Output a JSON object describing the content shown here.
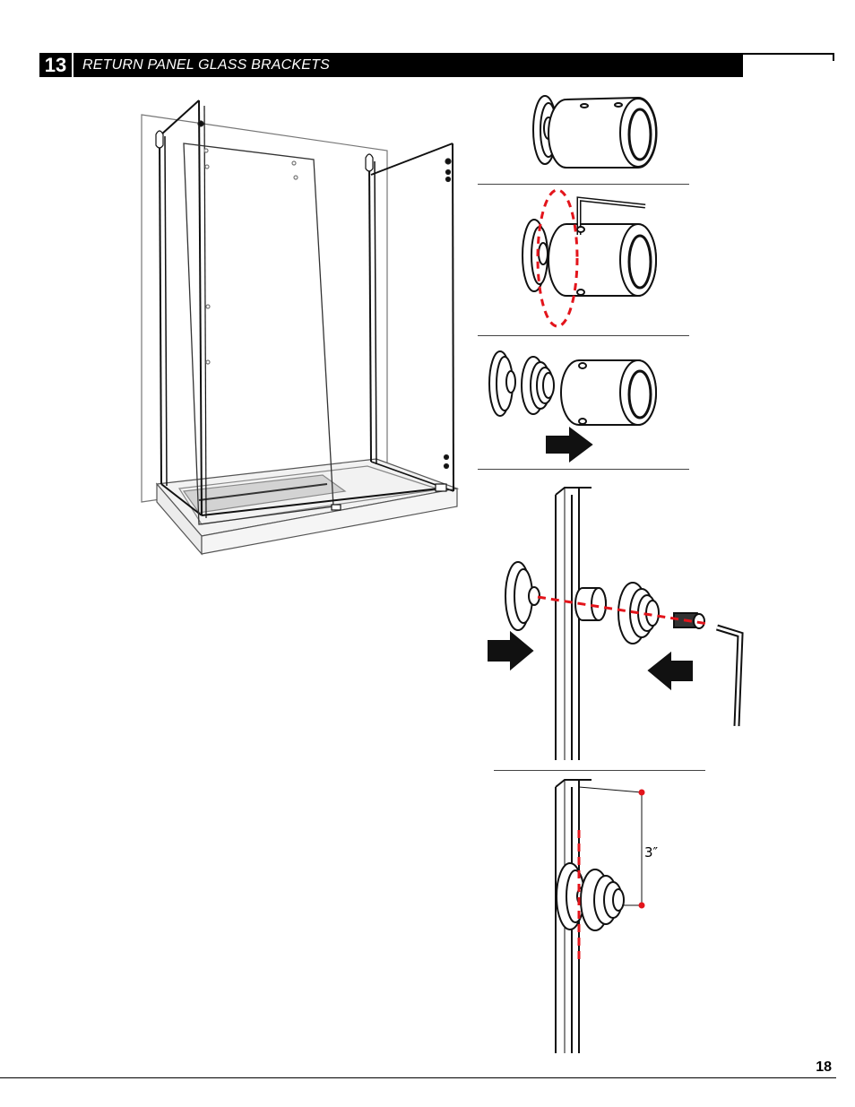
{
  "header": {
    "step_number": "13",
    "title": "RETURN PANEL GLASS BRACKETS"
  },
  "dimension": {
    "label": "3″"
  },
  "footer": {
    "page_number": "18"
  },
  "colors": {
    "header_bg": "#000000",
    "guide_red": "#e3141b",
    "glass_gray": "#d9d9d9"
  }
}
